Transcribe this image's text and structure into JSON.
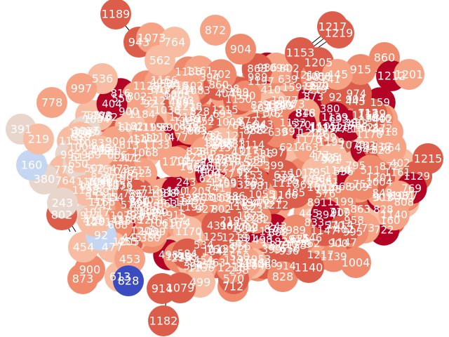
{
  "diagram": {
    "type": "network-graph",
    "colormap": "coolwarm",
    "node_label_color": "#ffffff",
    "edge_color": "#000000",
    "palette": {
      "deep_red": "#b40426",
      "red": "#dc5d4a",
      "salmon": "#f08a6c",
      "light_salmon": "#f6a385",
      "peach": "#f7bca1",
      "pale": "#e8d6cc",
      "light_blue": "#c5d6f2",
      "blue": "#3b4cc0"
    },
    "visible_node_labels": [
      "1189",
      "872",
      "1217",
      "1219",
      "943",
      "1073",
      "904",
      "1153",
      "1205",
      "860",
      "1212",
      "1201",
      "915",
      "445",
      "1004",
      "828",
      "712",
      "499",
      "1079",
      "1182",
      "1140",
      "914",
      "873",
      "900",
      "613",
      "454",
      "477",
      "453",
      "92",
      "159",
      "802",
      "243",
      "380",
      "160",
      "391",
      "219",
      "1215",
      "536",
      "997",
      "778",
      "562",
      "764",
      "1129",
      "570",
      "1218",
      "828",
      "1009",
      "1136",
      "1120",
      "1150",
      "1139",
      "1156",
      "1166",
      "1197",
      "1198",
      "1199",
      "1211",
      "1182",
      "901",
      "958",
      "989",
      "974",
      "1017",
      "1046",
      "1083",
      "1105",
      "1110",
      "1176",
      "1209",
      "298",
      "399",
      "328",
      "394",
      "402",
      "404",
      "410",
      "425",
      "431",
      "454",
      "463",
      "472",
      "485",
      "498",
      "502",
      "511",
      "523",
      "534",
      "546",
      "550",
      "561",
      "576",
      "584",
      "590",
      "604",
      "621",
      "639",
      "650",
      "668",
      "675",
      "686",
      "693",
      "702",
      "717",
      "722",
      "735",
      "741",
      "752",
      "769",
      "773",
      "786",
      "795",
      "808",
      "816",
      "829",
      "833",
      "848",
      "856",
      "863",
      "879",
      "883",
      "891",
      "909",
      "918",
      "927",
      "936",
      "948",
      "953",
      "962",
      "977",
      "981",
      "995",
      "1002",
      "1013",
      "1024",
      "1036",
      "1042",
      "1055",
      "1061",
      "1068",
      "1077",
      "1088",
      "1094",
      "1108",
      "1114",
      "1125",
      "1133",
      "1147",
      "1161",
      "1170",
      "1184",
      "1193"
    ]
  }
}
